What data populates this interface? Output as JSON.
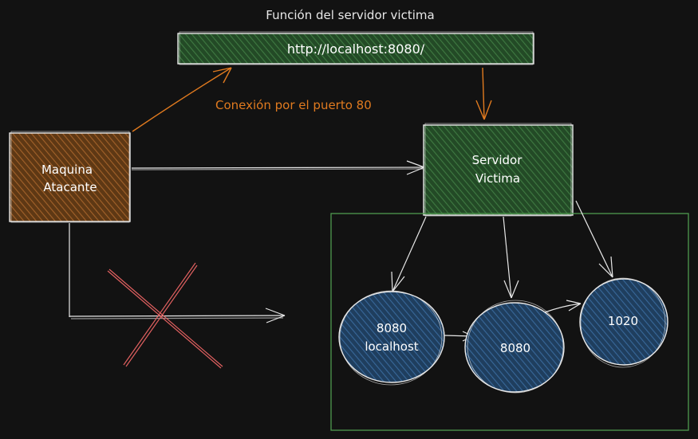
{
  "title": "Función del servidor victima",
  "url": "http://localhost:8080/",
  "connection_label": "Conexión por el puerto 80",
  "attacker": {
    "line1": "Maquina",
    "line2": "Atacante"
  },
  "server": {
    "line1": "Servidor",
    "line2": "Victima"
  },
  "nodes": {
    "node1": {
      "line1": "8080",
      "line2": "localhost"
    },
    "node2": {
      "line1": "8080"
    },
    "node3": {
      "line1": "1020"
    }
  },
  "colors": {
    "background": "#121212",
    "green_fill": "#2b5a2e",
    "orange_fill": "#7a4a1e",
    "blue_fill": "#2a5079",
    "orange_text": "#e07a1f",
    "green_border": "#4f9a4f",
    "cross": "#e06060",
    "stroke": "#e8e8e8"
  }
}
